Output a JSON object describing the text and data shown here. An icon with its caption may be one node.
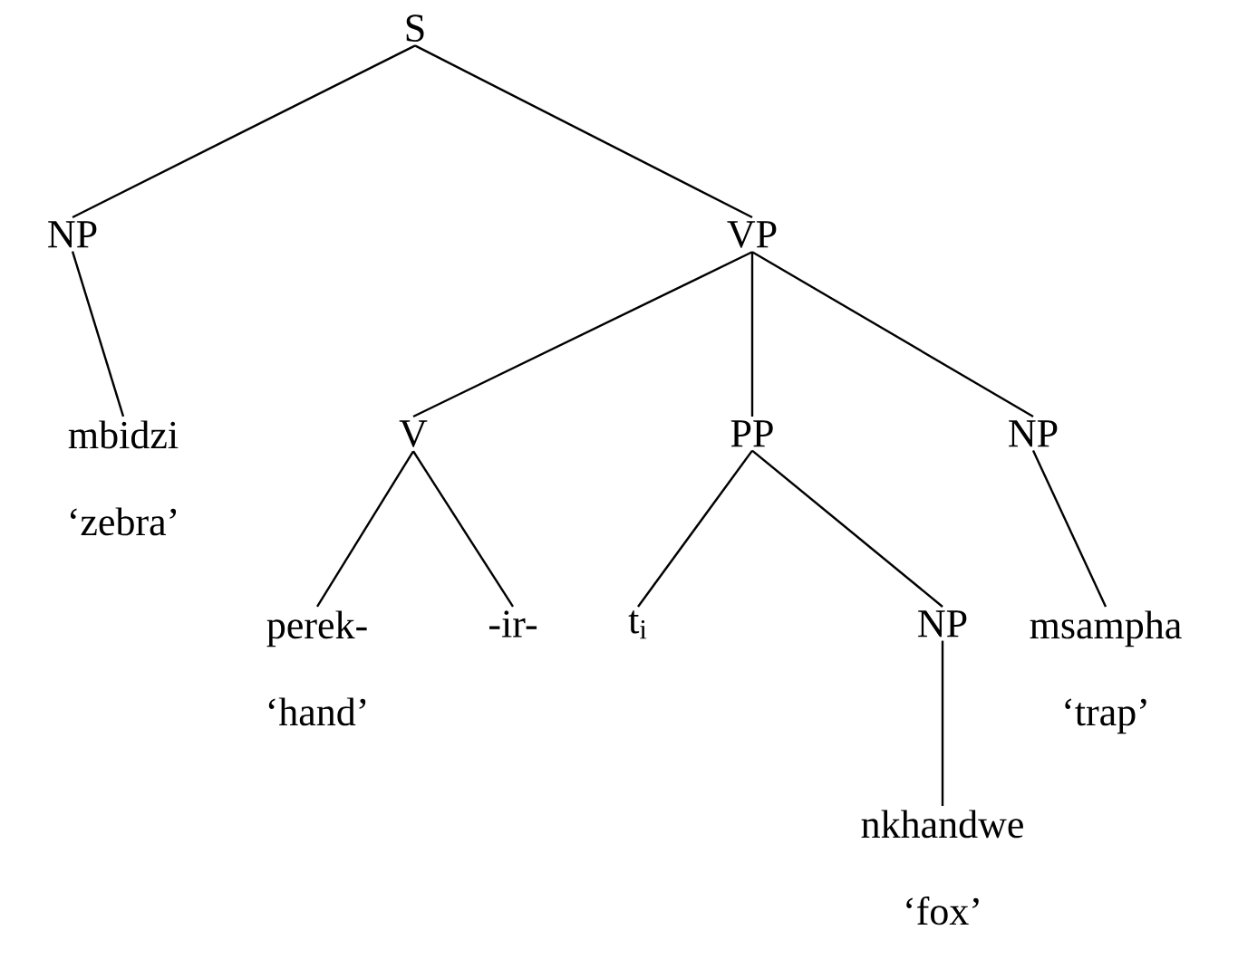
{
  "diagram": {
    "nodes": [
      {
        "text": [
          "S"
        ]
      },
      {
        "text": [
          "NP"
        ]
      },
      {
        "text": [
          "VP"
        ]
      },
      {
        "text": [
          "mbidzi",
          "‘zebra’"
        ]
      },
      {
        "text": [
          "V"
        ]
      },
      {
        "text": [
          "PP"
        ]
      },
      {
        "text": [
          "NP"
        ]
      },
      {
        "text": [
          "perek-",
          "‘hand’"
        ]
      },
      {
        "text": [
          "-ir-"
        ]
      },
      {
        "text": [
          "t$_{i}$"
        ]
      },
      {
        "text": [
          "NP"
        ]
      },
      {
        "text": [
          "msampha",
          "‘trap’"
        ]
      },
      {
        "text": [
          "nkhandwe",
          "‘fox’"
        ]
      }
    ],
    "edges": [
      {
        "from": 0,
        "to": 1,
        "arrow": "none"
      },
      {
        "from": 0,
        "to": 2,
        "arrow": "none"
      },
      {
        "from": 1,
        "to": 3,
        "arrow": "none"
      },
      {
        "from": 2,
        "to": 4,
        "arrow": "none"
      },
      {
        "from": 2,
        "to": 5,
        "arrow": "none"
      },
      {
        "from": 2,
        "to": 6,
        "arrow": "none"
      },
      {
        "from": 4,
        "to": 7,
        "arrow": "none"
      },
      {
        "from": 4,
        "to": 8,
        "arrow": "none"
      },
      {
        "from": 5,
        "to": 9,
        "arrow": "none"
      },
      {
        "from": 5,
        "to": 10,
        "arrow": "none"
      },
      {
        "from": 6,
        "to": 11,
        "arrow": "none"
      },
      {
        "from": 10,
        "to": 12,
        "arrow": "none"
      }
    ]
  }
}
